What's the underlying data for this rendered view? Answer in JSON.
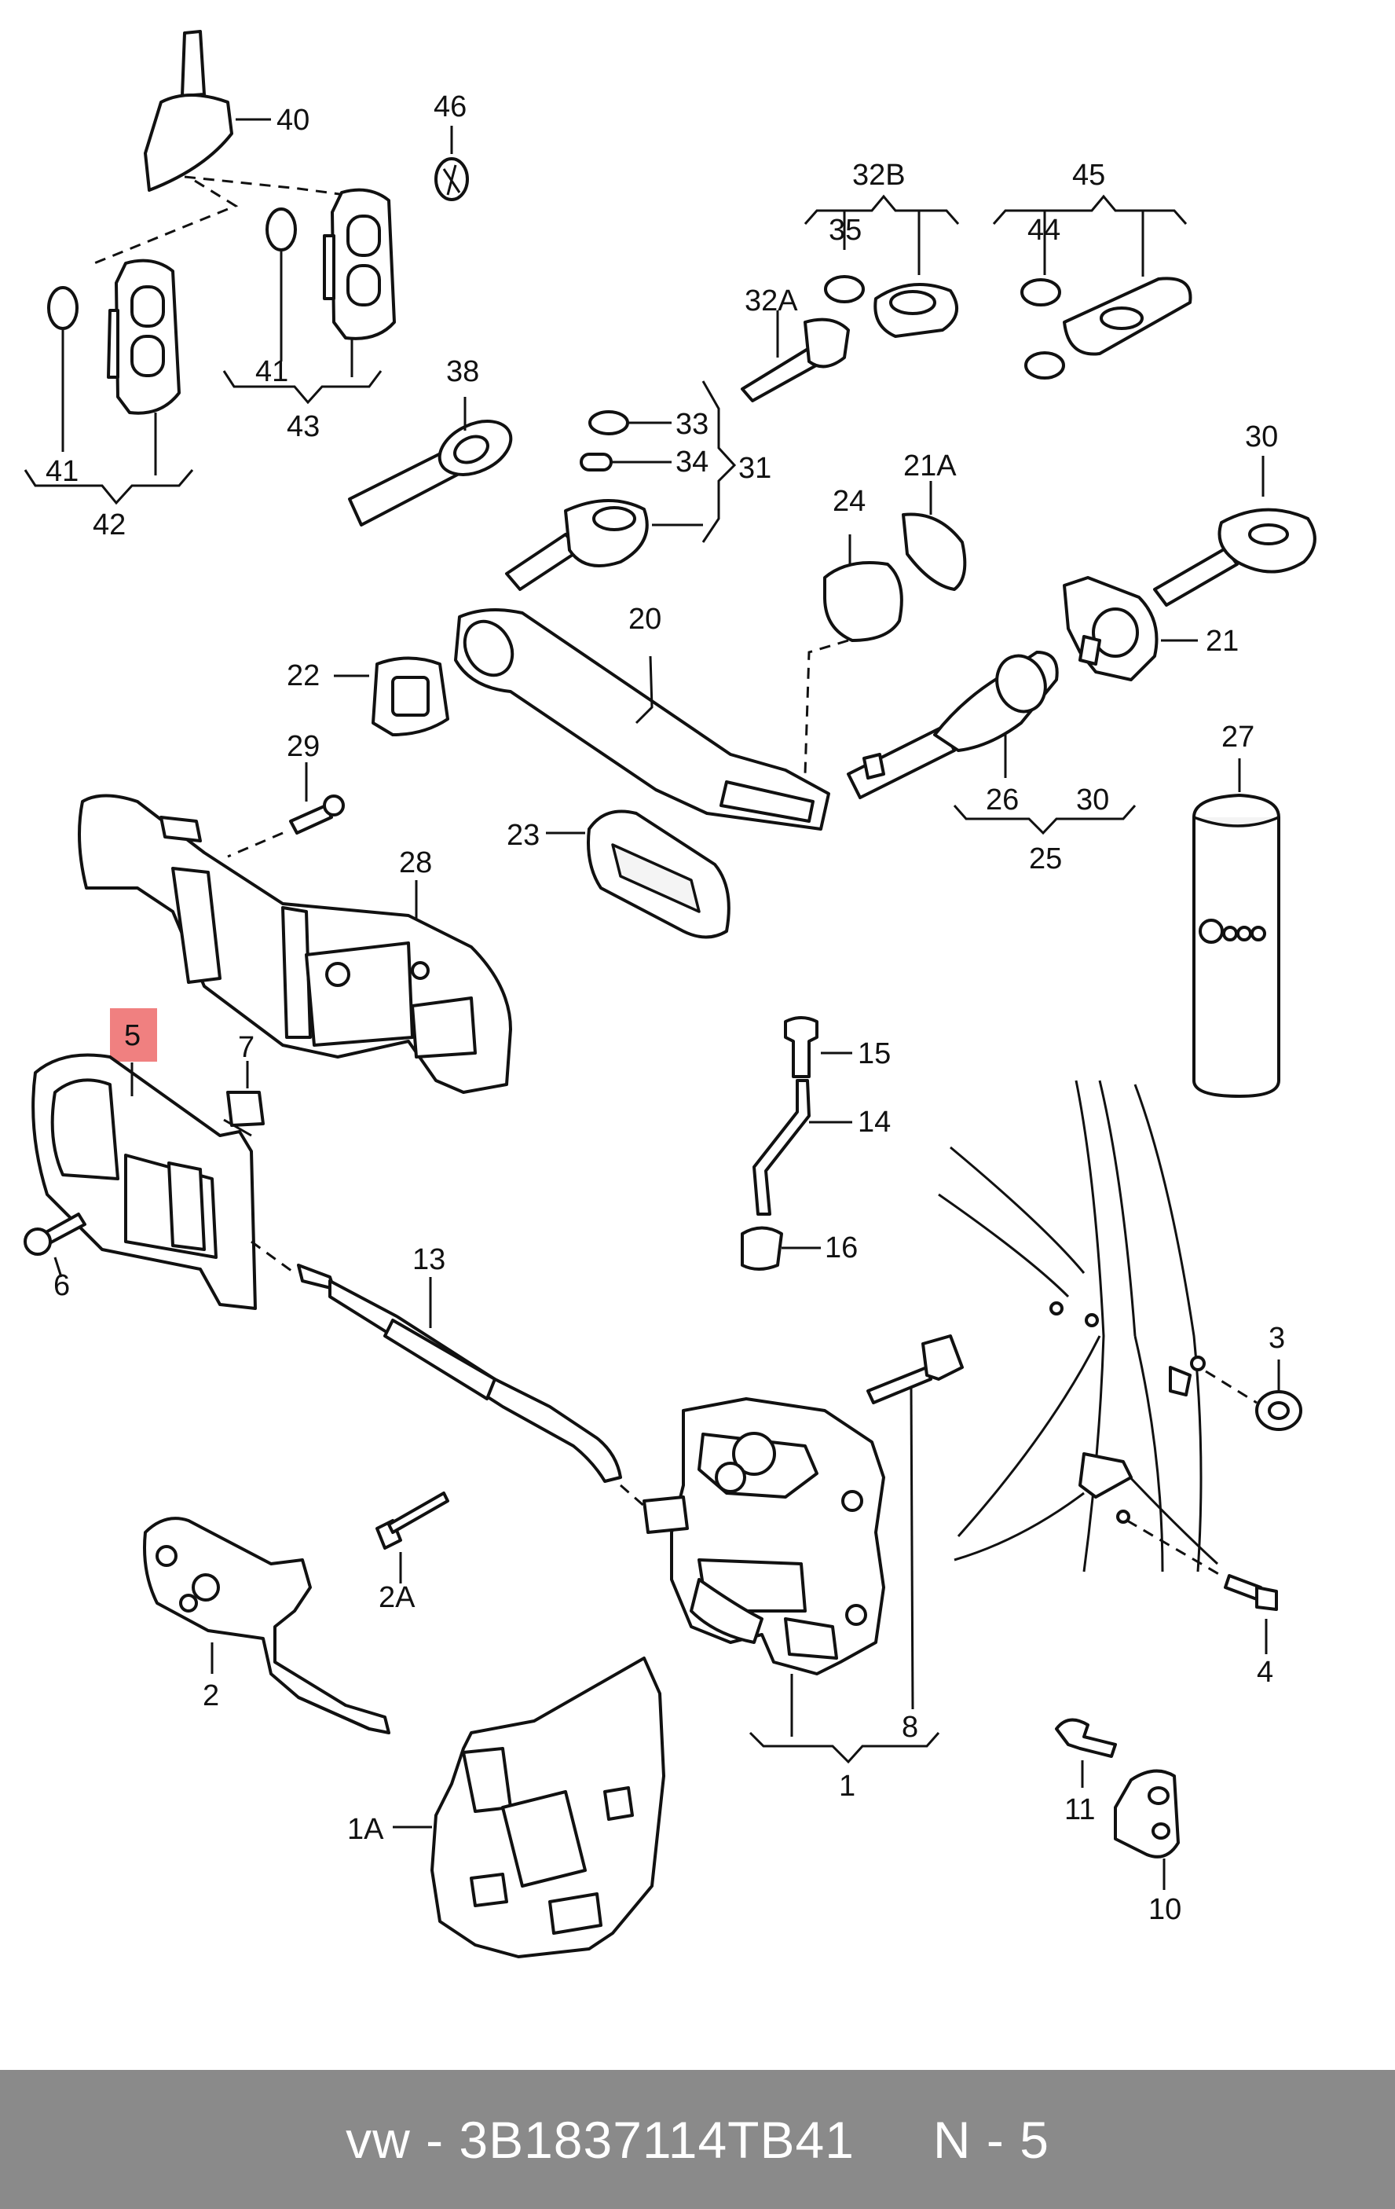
{
  "diagram": {
    "labels": {
      "p40": "40",
      "p46": "46",
      "p32B": "32B",
      "p45": "45",
      "p35": "35",
      "p44": "44",
      "p32A": "32A",
      "p41a": "41",
      "p41b": "41",
      "p43": "43",
      "p42": "42",
      "p38": "38",
      "p33": "33",
      "p34": "34",
      "p31": "31",
      "p24": "24",
      "p21A": "21A",
      "p30a": "30",
      "p20": "20",
      "p22": "22",
      "p21": "21",
      "p29": "29",
      "p23": "23",
      "p26": "26",
      "p30b": "30",
      "p25": "25",
      "p27": "27",
      "p28": "28",
      "p5": "5",
      "p7": "7",
      "p15": "15",
      "p14": "14",
      "p16": "16",
      "p6": "6",
      "p13": "13",
      "p3": "3",
      "p2A": "2A",
      "p4": "4",
      "p2": "2",
      "p8": "8",
      "p1": "1",
      "p11": "11",
      "p1A": "1A",
      "p10": "10"
    },
    "highlighted_part": "5",
    "highlight_color": "#f08080"
  },
  "footer": {
    "part_number": "vw - 3B1837114TB41",
    "position": "N - 5",
    "background_color": "#8a8a8a"
  }
}
